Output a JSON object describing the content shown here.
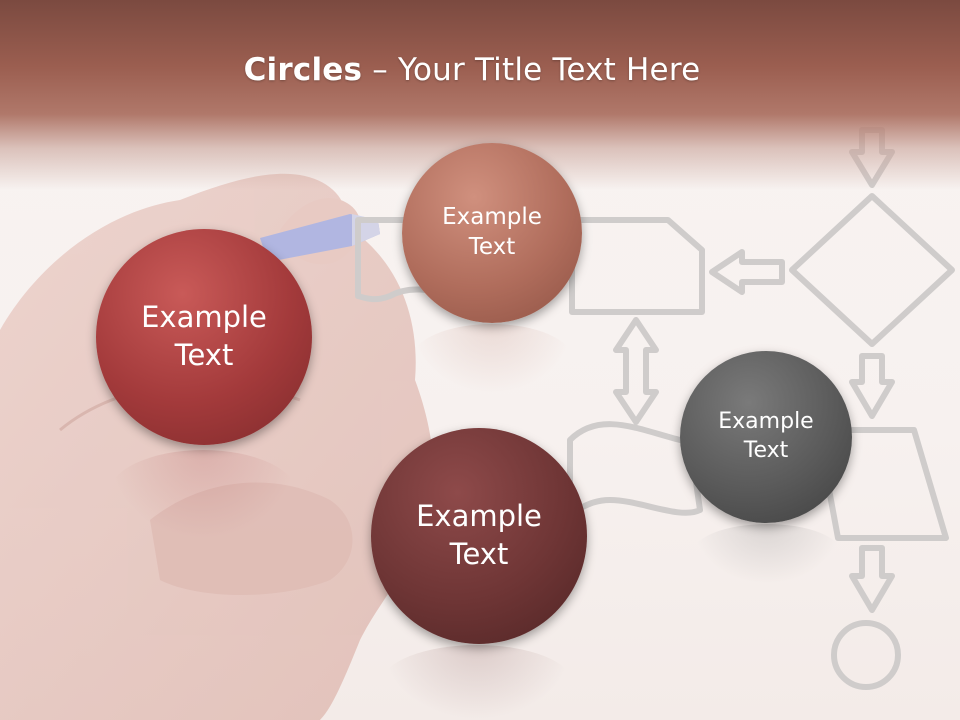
{
  "title": {
    "bold": "Circles",
    "rest": "– Your Title Text Here"
  },
  "circles": [
    {
      "label": "Example Text",
      "color": "#a33a3b"
    },
    {
      "label": "Example Text",
      "color": "#b06d5c"
    },
    {
      "label": "Example Text",
      "color": "#6e3535"
    },
    {
      "label": "Example Text",
      "color": "#5a5a5a"
    }
  ]
}
